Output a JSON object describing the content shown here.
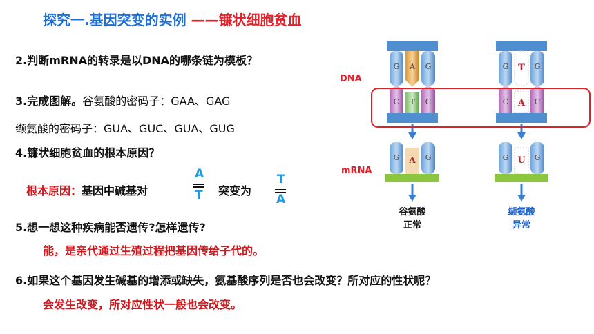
{
  "title": {
    "main": "探究一.基因突变的实例 ",
    "dash": "——",
    "topic": "镰状细胞贫血"
  },
  "q2": "2.判断mRNA的转录是以DNA的哪条链为模板？",
  "q3": {
    "lead": "3.完成图解。",
    "glu": "谷氨酸的密码子：GAA、GAG",
    "val": "缬氨酸的密码子：GUA、GUC、GUA、GUG"
  },
  "q4": "4.镰状细胞贫血的根本原因？",
  "cause": {
    "label": "根本原因：",
    "text": "基因中碱基对",
    "pair1_top": "A",
    "pair1_bottom": "T",
    "mid": "突变为",
    "pair2_top": "T",
    "pair2_bottom": "A"
  },
  "q5": "5.想一想这种疾病能否遗传?怎样遗传?",
  "a5": "能，是亲代通过生殖过程把基因传给子代的。",
  "q6": "6.如果这个基因发生碱基的增添或缺失，氨基酸序列是否也会改变？所对应的性状呢？",
  "a6": "会发生改变，所对应性状一般也会改变。",
  "diagram": {
    "dna_label": "DNA",
    "mrna_label": "mRNA",
    "left": {
      "top": [
        "G",
        "A",
        "G"
      ],
      "mid": [
        "C",
        "T",
        "C"
      ],
      "mrna": [
        "G",
        "A",
        "G"
      ],
      "aa": "谷氨酸",
      "status": "正常"
    },
    "right": {
      "top": [
        "G",
        "T",
        "G"
      ],
      "mid": [
        "C",
        "A",
        "C"
      ],
      "mrna": [
        "G",
        "U",
        "G"
      ],
      "aa": "缬氨酸",
      "status": "异常"
    }
  },
  "colors": {
    "title_blue": "#1e6fd9",
    "answer_red": "#d3161c",
    "base_blue": "#1e9be0",
    "highlight_box": "#e0202a",
    "mrna_bar": "#8cc63f",
    "dna_bar": "#4f8fcf"
  }
}
